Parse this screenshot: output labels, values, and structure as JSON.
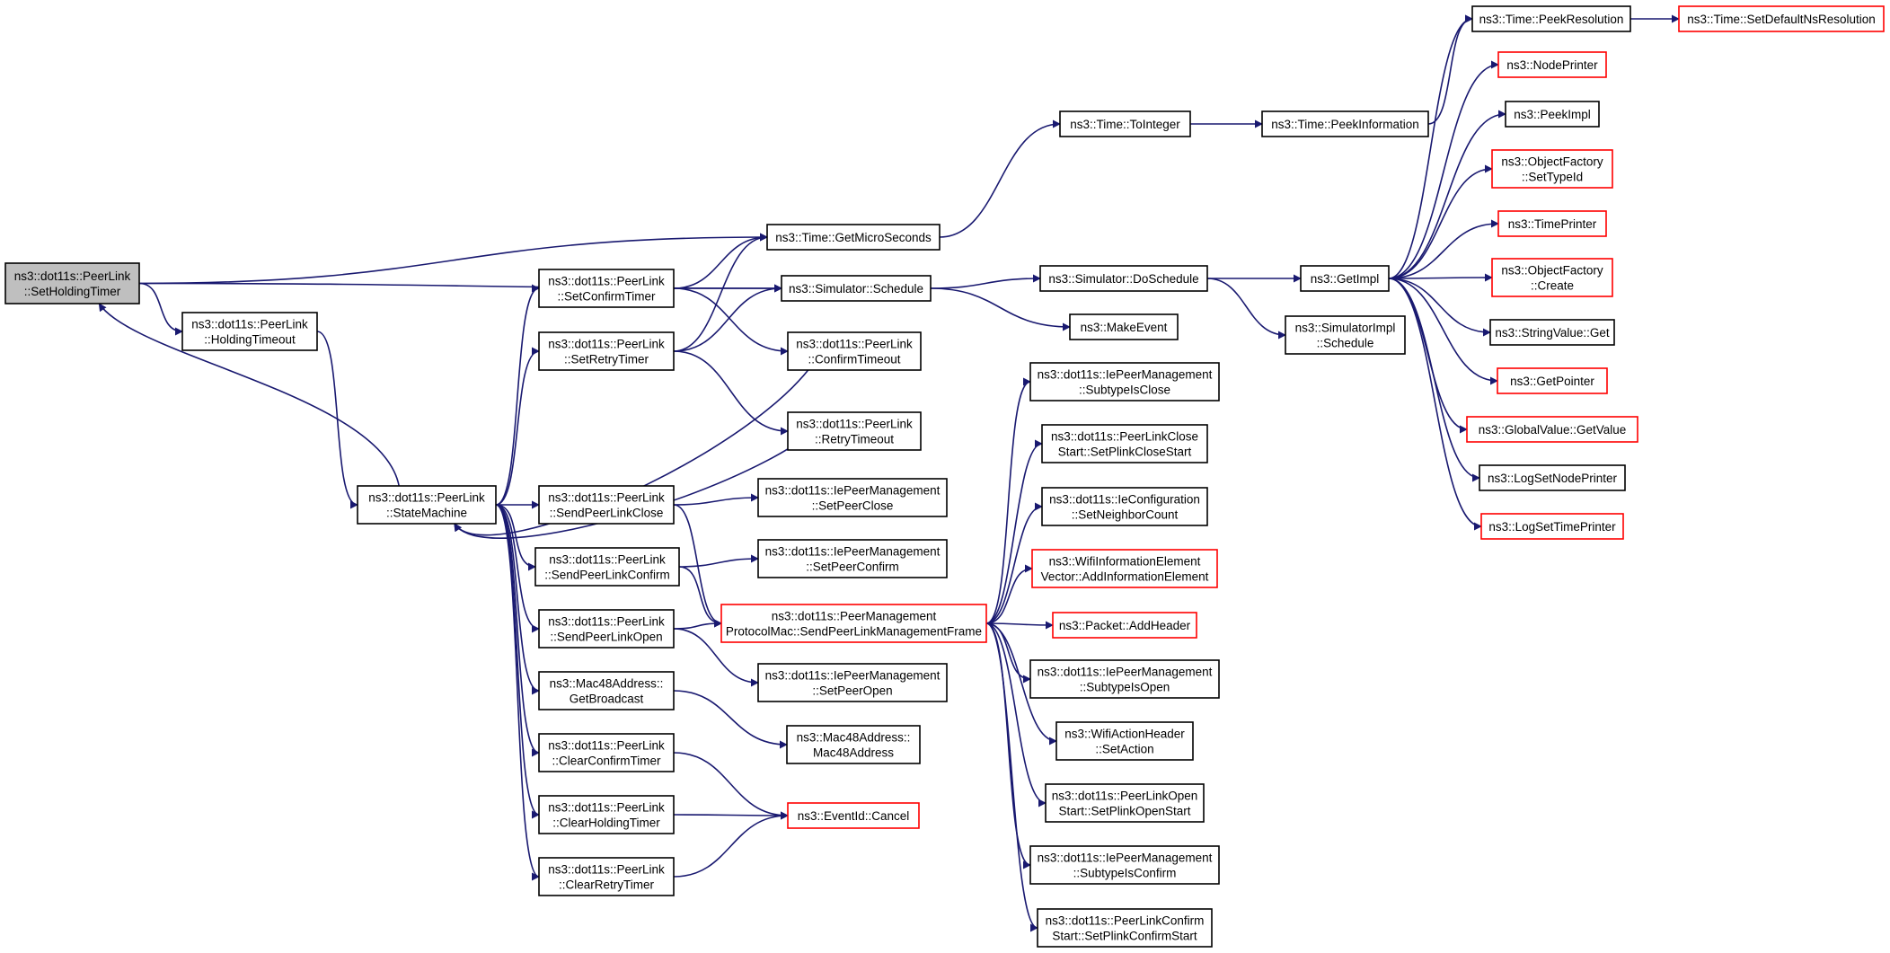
{
  "colors": {
    "edge": "#191970",
    "border_default": "#000000",
    "border_truncated": "#ff0000",
    "fill_root": "#bfbfbf",
    "fill_default": "#ffffff"
  },
  "nodes": [
    {
      "id": "root",
      "lines": [
        "ns3::dot11s::PeerLink",
        "::SetHoldingTimer"
      ],
      "style": "root"
    },
    {
      "id": "holdingTimeout",
      "lines": [
        "ns3::dot11s::PeerLink",
        "::HoldingTimeout"
      ],
      "style": "normal"
    },
    {
      "id": "stateMachine",
      "lines": [
        "ns3::dot11s::PeerLink",
        "::StateMachine"
      ],
      "style": "normal"
    },
    {
      "id": "setConfirmTimer",
      "lines": [
        "ns3::dot11s::PeerLink",
        "::SetConfirmTimer"
      ],
      "style": "normal"
    },
    {
      "id": "setRetryTimer",
      "lines": [
        "ns3::dot11s::PeerLink",
        "::SetRetryTimer"
      ],
      "style": "normal"
    },
    {
      "id": "sendPeerLinkClose",
      "lines": [
        "ns3::dot11s::PeerLink",
        "::SendPeerLinkClose"
      ],
      "style": "normal"
    },
    {
      "id": "sendPeerLinkConfirm",
      "lines": [
        "ns3::dot11s::PeerLink",
        "::SendPeerLinkConfirm"
      ],
      "style": "normal"
    },
    {
      "id": "sendPeerLinkOpen",
      "lines": [
        "ns3::dot11s::PeerLink",
        "::SendPeerLinkOpen"
      ],
      "style": "normal"
    },
    {
      "id": "getBroadcast",
      "lines": [
        "ns3::Mac48Address::",
        "GetBroadcast"
      ],
      "style": "normal"
    },
    {
      "id": "clearConfirmTimer",
      "lines": [
        "ns3::dot11s::PeerLink",
        "::ClearConfirmTimer"
      ],
      "style": "normal"
    },
    {
      "id": "clearHoldingTimer",
      "lines": [
        "ns3::dot11s::PeerLink",
        "::ClearHoldingTimer"
      ],
      "style": "normal"
    },
    {
      "id": "clearRetryTimer",
      "lines": [
        "ns3::dot11s::PeerLink",
        "::ClearRetryTimer"
      ],
      "style": "normal"
    },
    {
      "id": "getMicroSeconds",
      "lines": [
        "ns3::Time::GetMicroSeconds"
      ],
      "style": "normal"
    },
    {
      "id": "simSchedule",
      "lines": [
        "ns3::Simulator::Schedule"
      ],
      "style": "normal"
    },
    {
      "id": "confirmTimeout",
      "lines": [
        "ns3::dot11s::PeerLink",
        "::ConfirmTimeout"
      ],
      "style": "normal"
    },
    {
      "id": "retryTimeout",
      "lines": [
        "ns3::dot11s::PeerLink",
        "::RetryTimeout"
      ],
      "style": "normal"
    },
    {
      "id": "setPeerClose",
      "lines": [
        "ns3::dot11s::IePeerManagement",
        "::SetPeerClose"
      ],
      "style": "normal"
    },
    {
      "id": "setPeerConfirm",
      "lines": [
        "ns3::dot11s::IePeerManagement",
        "::SetPeerConfirm"
      ],
      "style": "normal"
    },
    {
      "id": "sendMgmtFrame",
      "lines": [
        "ns3::dot11s::PeerManagement",
        "ProtocolMac::SendPeerLinkManagementFrame"
      ],
      "style": "truncated"
    },
    {
      "id": "setPeerOpen",
      "lines": [
        "ns3::dot11s::IePeerManagement",
        "::SetPeerOpen"
      ],
      "style": "normal"
    },
    {
      "id": "mac48Address",
      "lines": [
        "ns3::Mac48Address::",
        "Mac48Address"
      ],
      "style": "normal"
    },
    {
      "id": "eventIdCancel",
      "lines": [
        "ns3::EventId::Cancel"
      ],
      "style": "truncated"
    },
    {
      "id": "toInteger",
      "lines": [
        "ns3::Time::ToInteger"
      ],
      "style": "normal"
    },
    {
      "id": "doSchedule",
      "lines": [
        "ns3::Simulator::DoSchedule"
      ],
      "style": "normal"
    },
    {
      "id": "makeEvent",
      "lines": [
        "ns3::MakeEvent"
      ],
      "style": "normal"
    },
    {
      "id": "subtypeIsClose",
      "lines": [
        "ns3::dot11s::IePeerManagement",
        "::SubtypeIsClose"
      ],
      "style": "normal"
    },
    {
      "id": "setPlinkCloseStart",
      "lines": [
        "ns3::dot11s::PeerLinkClose",
        "Start::SetPlinkCloseStart"
      ],
      "style": "normal"
    },
    {
      "id": "setNeighborCount",
      "lines": [
        "ns3::dot11s::IeConfiguration",
        "::SetNeighborCount"
      ],
      "style": "normal"
    },
    {
      "id": "addInfoElement",
      "lines": [
        "ns3::WifiInformationElement",
        "Vector::AddInformationElement"
      ],
      "style": "truncated"
    },
    {
      "id": "addHeader",
      "lines": [
        "ns3::Packet::AddHeader"
      ],
      "style": "truncated"
    },
    {
      "id": "subtypeIsOpen",
      "lines": [
        "ns3::dot11s::IePeerManagement",
        "::SubtypeIsOpen"
      ],
      "style": "normal"
    },
    {
      "id": "setAction",
      "lines": [
        "ns3::WifiActionHeader",
        "::SetAction"
      ],
      "style": "normal"
    },
    {
      "id": "setPlinkOpenStart",
      "lines": [
        "ns3::dot11s::PeerLinkOpen",
        "Start::SetPlinkOpenStart"
      ],
      "style": "normal"
    },
    {
      "id": "subtypeIsConfirm",
      "lines": [
        "ns3::dot11s::IePeerManagement",
        "::SubtypeIsConfirm"
      ],
      "style": "normal"
    },
    {
      "id": "setPlinkConfirmStart",
      "lines": [
        "ns3::dot11s::PeerLinkConfirm",
        "Start::SetPlinkConfirmStart"
      ],
      "style": "normal"
    },
    {
      "id": "peekInformation",
      "lines": [
        "ns3::Time::PeekInformation"
      ],
      "style": "normal"
    },
    {
      "id": "simImplSchedule",
      "lines": [
        "ns3::SimulatorImpl",
        "::Schedule"
      ],
      "style": "normal"
    },
    {
      "id": "getImpl",
      "lines": [
        "ns3::GetImpl"
      ],
      "style": "normal"
    },
    {
      "id": "peekResolution",
      "lines": [
        "ns3::Time::PeekResolution"
      ],
      "style": "normal"
    },
    {
      "id": "setDefaultNsResolution",
      "lines": [
        "ns3::Time::SetDefaultNsResolution"
      ],
      "style": "truncated"
    },
    {
      "id": "nodePrinter",
      "lines": [
        "ns3::NodePrinter"
      ],
      "style": "truncated"
    },
    {
      "id": "peekImpl",
      "lines": [
        "ns3::PeekImpl"
      ],
      "style": "normal"
    },
    {
      "id": "setTypeId",
      "lines": [
        "ns3::ObjectFactory",
        "::SetTypeId"
      ],
      "style": "truncated"
    },
    {
      "id": "timePrinter",
      "lines": [
        "ns3::TimePrinter"
      ],
      "style": "truncated"
    },
    {
      "id": "factoryCreate",
      "lines": [
        "ns3::ObjectFactory",
        "::Create"
      ],
      "style": "truncated"
    },
    {
      "id": "stringValueGet",
      "lines": [
        "ns3::StringValue::Get"
      ],
      "style": "normal"
    },
    {
      "id": "getPointer",
      "lines": [
        "ns3::GetPointer"
      ],
      "style": "truncated"
    },
    {
      "id": "globalValueGet",
      "lines": [
        "ns3::GlobalValue::GetValue"
      ],
      "style": "truncated"
    },
    {
      "id": "logSetNodePrinter",
      "lines": [
        "ns3::LogSetNodePrinter"
      ],
      "style": "normal"
    },
    {
      "id": "logSetTimePrinter",
      "lines": [
        "ns3::LogSetTimePrinter"
      ],
      "style": "truncated"
    }
  ],
  "edges": [
    [
      "root",
      "holdingTimeout"
    ],
    [
      "root",
      "getMicroSeconds"
    ],
    [
      "root",
      "simSchedule"
    ],
    [
      "holdingTimeout",
      "stateMachine"
    ],
    [
      "stateMachine",
      "root"
    ],
    [
      "stateMachine",
      "setConfirmTimer"
    ],
    [
      "stateMachine",
      "setRetryTimer"
    ],
    [
      "stateMachine",
      "sendPeerLinkClose"
    ],
    [
      "stateMachine",
      "sendPeerLinkConfirm"
    ],
    [
      "stateMachine",
      "sendPeerLinkOpen"
    ],
    [
      "stateMachine",
      "getBroadcast"
    ],
    [
      "stateMachine",
      "clearConfirmTimer"
    ],
    [
      "stateMachine",
      "clearHoldingTimer"
    ],
    [
      "stateMachine",
      "clearRetryTimer"
    ],
    [
      "setConfirmTimer",
      "getMicroSeconds"
    ],
    [
      "setConfirmTimer",
      "simSchedule"
    ],
    [
      "setConfirmTimer",
      "confirmTimeout"
    ],
    [
      "setRetryTimer",
      "getMicroSeconds"
    ],
    [
      "setRetryTimer",
      "simSchedule"
    ],
    [
      "setRetryTimer",
      "retryTimeout"
    ],
    [
      "confirmTimeout",
      "stateMachine"
    ],
    [
      "retryTimeout",
      "stateMachine"
    ],
    [
      "sendPeerLinkClose",
      "setPeerClose"
    ],
    [
      "sendPeerLinkClose",
      "sendMgmtFrame"
    ],
    [
      "sendPeerLinkConfirm",
      "setPeerConfirm"
    ],
    [
      "sendPeerLinkConfirm",
      "sendMgmtFrame"
    ],
    [
      "sendPeerLinkOpen",
      "sendMgmtFrame"
    ],
    [
      "sendPeerLinkOpen",
      "setPeerOpen"
    ],
    [
      "getBroadcast",
      "mac48Address"
    ],
    [
      "clearConfirmTimer",
      "eventIdCancel"
    ],
    [
      "clearHoldingTimer",
      "eventIdCancel"
    ],
    [
      "clearRetryTimer",
      "eventIdCancel"
    ],
    [
      "getMicroSeconds",
      "toInteger"
    ],
    [
      "simSchedule",
      "doSchedule"
    ],
    [
      "simSchedule",
      "makeEvent"
    ],
    [
      "sendMgmtFrame",
      "subtypeIsClose"
    ],
    [
      "sendMgmtFrame",
      "setPlinkCloseStart"
    ],
    [
      "sendMgmtFrame",
      "setNeighborCount"
    ],
    [
      "sendMgmtFrame",
      "addInfoElement"
    ],
    [
      "sendMgmtFrame",
      "addHeader"
    ],
    [
      "sendMgmtFrame",
      "subtypeIsOpen"
    ],
    [
      "sendMgmtFrame",
      "setAction"
    ],
    [
      "sendMgmtFrame",
      "setPlinkOpenStart"
    ],
    [
      "sendMgmtFrame",
      "subtypeIsConfirm"
    ],
    [
      "sendMgmtFrame",
      "setPlinkConfirmStart"
    ],
    [
      "toInteger",
      "peekInformation"
    ],
    [
      "doSchedule",
      "getImpl"
    ],
    [
      "doSchedule",
      "simImplSchedule"
    ],
    [
      "peekInformation",
      "peekResolution"
    ],
    [
      "peekResolution",
      "setDefaultNsResolution"
    ],
    [
      "getImpl",
      "peekResolution"
    ],
    [
      "getImpl",
      "nodePrinter"
    ],
    [
      "getImpl",
      "peekImpl"
    ],
    [
      "getImpl",
      "setTypeId"
    ],
    [
      "getImpl",
      "timePrinter"
    ],
    [
      "getImpl",
      "factoryCreate"
    ],
    [
      "getImpl",
      "stringValueGet"
    ],
    [
      "getImpl",
      "getPointer"
    ],
    [
      "getImpl",
      "globalValueGet"
    ],
    [
      "getImpl",
      "logSetNodePrinter"
    ],
    [
      "getImpl",
      "logSetTimePrinter"
    ]
  ]
}
